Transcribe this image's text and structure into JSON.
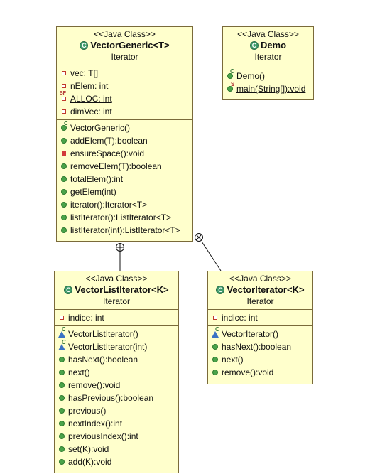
{
  "classes": {
    "vector_generic": {
      "stereotype": "<<Java Class>>",
      "name": "VectorGeneric<T>",
      "package": "Iterator",
      "fields": [
        "vec: T[]",
        "nElem: int",
        "ALLOC: int",
        "dimVec: int"
      ],
      "methods": [
        "VectorGeneric()",
        "addElem(T):boolean",
        "ensureSpace():void",
        "removeElem(T):boolean",
        "totalElem():int",
        "getElem(int)",
        "iterator():Iterator<T>",
        "listIterator():ListIterator<T>",
        "listIterator(int):ListIterator<T>"
      ]
    },
    "demo": {
      "stereotype": "<<Java Class>>",
      "name": "Demo",
      "package": "Iterator",
      "methods": [
        "Demo()",
        "main(String[]):void"
      ]
    },
    "vector_list_iterator": {
      "stereotype": "<<Java Class>>",
      "name": "VectorListIterator<K>",
      "package": "Iterator",
      "fields": [
        "indice: int"
      ],
      "methods": [
        "VectorListIterator()",
        "VectorListIterator(int)",
        "hasNext():boolean",
        "next()",
        "remove():void",
        "hasPrevious():boolean",
        "previous()",
        "nextIndex():int",
        "previousIndex():int",
        "set(K):void",
        "add(K):void"
      ]
    },
    "vector_iterator": {
      "stereotype": "<<Java Class>>",
      "name": "VectorIterator<K>",
      "package": "Iterator",
      "fields": [
        "indice: int"
      ],
      "methods": [
        "VectorIterator()",
        "hasNext():boolean",
        "next()",
        "remove():void"
      ]
    }
  },
  "colors": {
    "class_fill": "#ffffcc",
    "class_border": "#7a6a3a",
    "public_method": "#4aa34a",
    "private_member": "#d23a3a",
    "constructor_protected": "#3b72c4"
  }
}
